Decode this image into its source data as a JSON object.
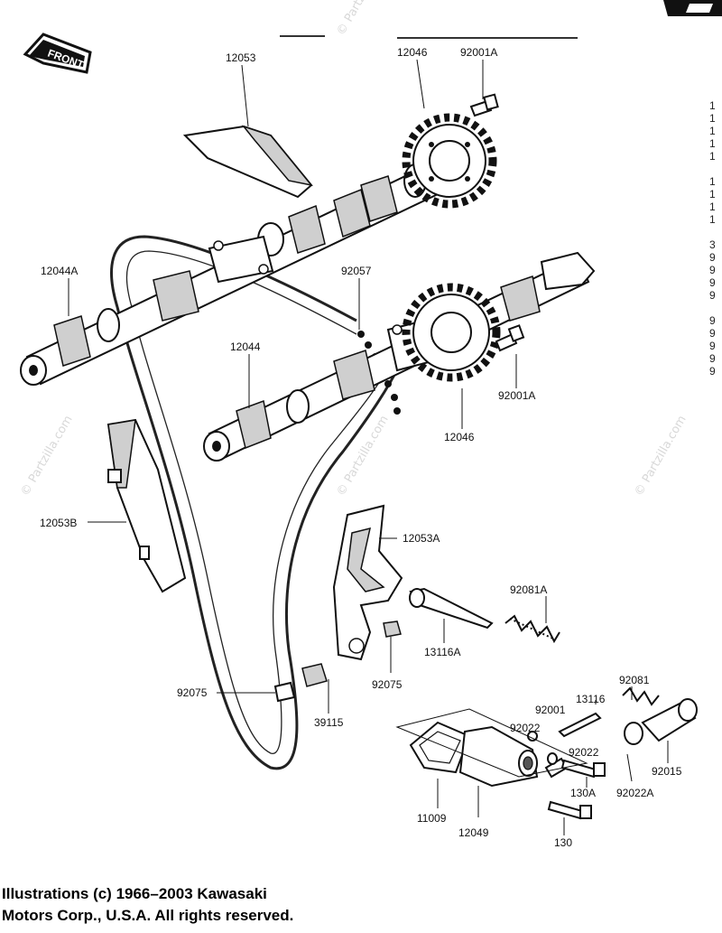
{
  "front_badge": "FRONT",
  "watermark": "© Partzilla.com",
  "callouts": {
    "p12053": "12053",
    "p12046_top": "12046",
    "p92001A_top": "92001A",
    "p12044A": "12044A",
    "p92057": "92057",
    "p12044": "12044",
    "p92001A_mid": "92001A",
    "p12046_mid": "12046",
    "p12053B": "12053B",
    "p12053A": "12053A",
    "p92081A": "92081A",
    "p13116A": "13116A",
    "p92075_left": "92075",
    "p92075_right": "92075",
    "p39115": "39115",
    "p13116": "13116",
    "p92001": "92001",
    "p92022_a": "92022",
    "p92081": "92081",
    "p92022_b": "92022",
    "p92015": "92015",
    "p130A": "130A",
    "p92022A": "92022A",
    "p11009": "11009",
    "p12049": "12049",
    "p130": "130"
  },
  "copyright": {
    "line1": "Illustrations (c) 1966–2003 Kawasaki",
    "line2": "Motors Corp., U.S.A.  All rights reserved."
  },
  "right_edge_fragments": [
    "1",
    "1",
    "1",
    "1",
    "1",
    "",
    "1",
    "1",
    "1",
    "1",
    "",
    "3",
    "9",
    "9",
    "9",
    "9",
    "",
    "9",
    "9",
    "9",
    "9",
    "9"
  ]
}
